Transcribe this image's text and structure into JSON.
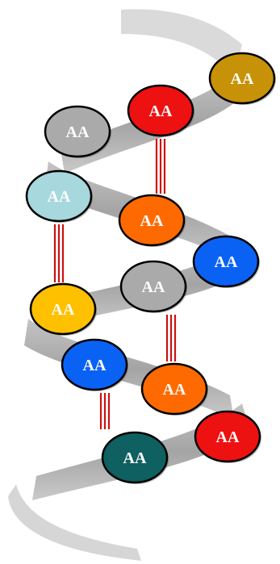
{
  "diagram": {
    "type": "alpha-helix",
    "residue_label": "AA",
    "residues": [
      {
        "label": "AA",
        "color": "#c89208",
        "text_color": "#ffffff"
      },
      {
        "label": "AA",
        "color": "#ee1111",
        "text_color": "#ffffff"
      },
      {
        "label": "AA",
        "color": "#aaaaaa",
        "text_color": "#ffffff"
      },
      {
        "label": "AA",
        "color": "#a6d8dd",
        "text_color": "#ffffff"
      },
      {
        "label": "AA",
        "color": "#ff6a00",
        "text_color": "#ffffff"
      },
      {
        "label": "AA",
        "color": "#0a62f5",
        "text_color": "#ffffff"
      },
      {
        "label": "AA",
        "color": "#aaaaaa",
        "text_color": "#ffffff"
      },
      {
        "label": "AA",
        "color": "#ffc000",
        "text_color": "#ffffff"
      },
      {
        "label": "AA",
        "color": "#0a62f5",
        "text_color": "#ffffff"
      },
      {
        "label": "AA",
        "color": "#ff6a00",
        "text_color": "#ffffff"
      },
      {
        "label": "AA",
        "color": "#ee1111",
        "text_color": "#ffffff"
      },
      {
        "label": "AA",
        "color": "#0f6060",
        "text_color": "#ffffff"
      }
    ],
    "hydrogen_bond_color": "#cc1111",
    "ribbon_color": "#a9a9a9"
  }
}
